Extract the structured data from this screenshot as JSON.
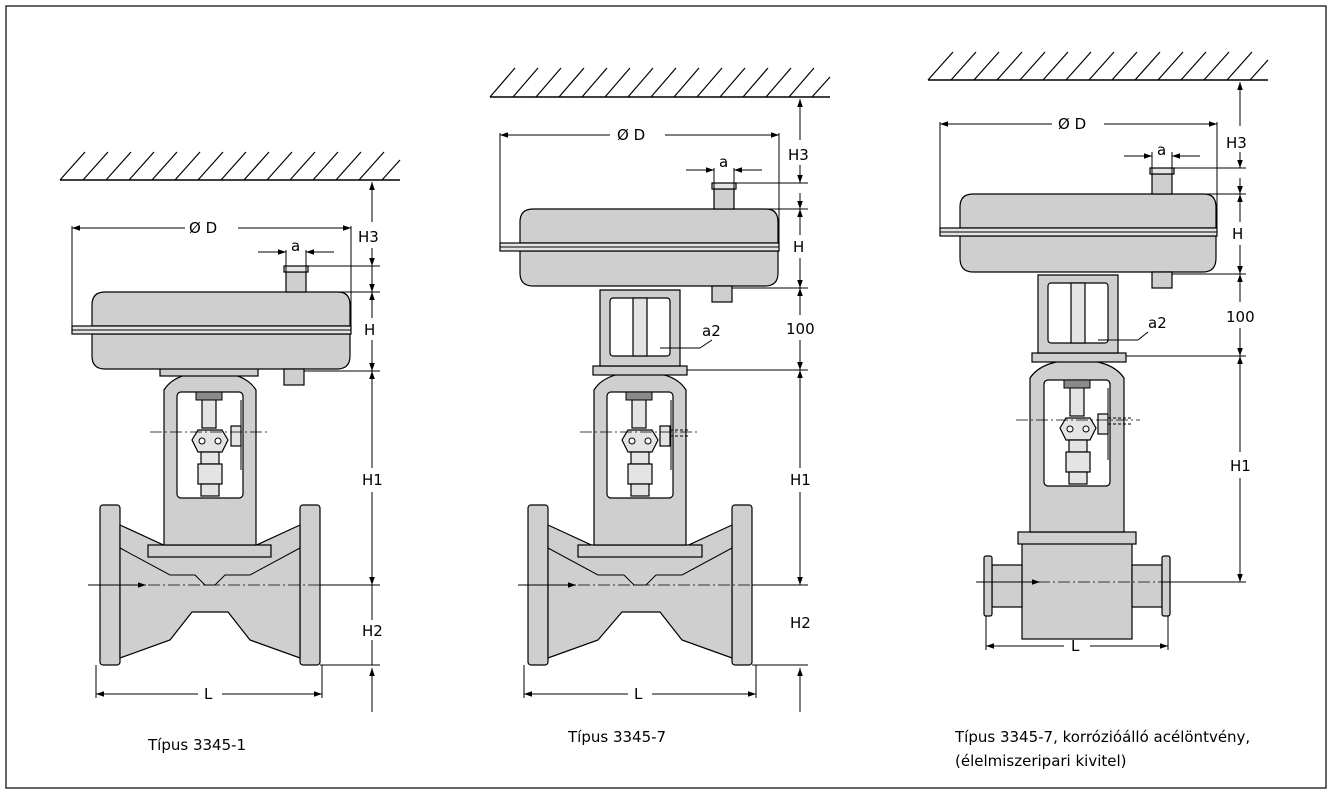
{
  "labels": {
    "diameter": "Ø D",
    "a": "a",
    "a2": "a2",
    "h": "H",
    "h1": "H1",
    "h2": "H2",
    "h3": "H3",
    "l": "L",
    "yoke_height": "100"
  },
  "captions": {
    "valve_1": "Típus 3345-1",
    "valve_2": "Típus 3345-7",
    "valve_3_line1": "Típus 3345-7, korrózióálló acélöntvény,",
    "valve_3_line2": "(élelmiszeripari kivitel)"
  }
}
